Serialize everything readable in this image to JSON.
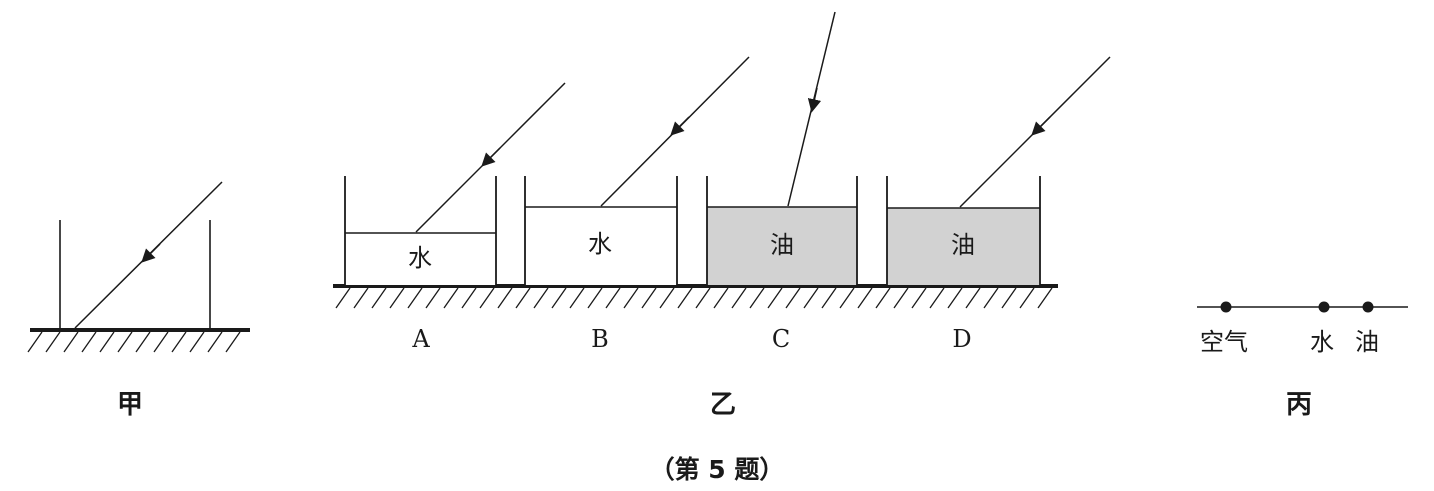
{
  "figures": {
    "jia": {
      "caption": "甲"
    },
    "yi": {
      "caption": "乙",
      "containers": [
        {
          "letter": "A",
          "liquid": "水"
        },
        {
          "letter": "B",
          "liquid": "水"
        },
        {
          "letter": "C",
          "liquid": "油"
        },
        {
          "letter": "D",
          "liquid": "油"
        }
      ]
    },
    "bing": {
      "caption": "丙",
      "points": [
        "空气",
        "水",
        "油"
      ]
    }
  },
  "problem_caption": "（第 5 题）",
  "colors": {
    "ink": "#1a1a1a",
    "oil_fill": "#d2d2d2",
    "water_fill": "#ffffff"
  }
}
